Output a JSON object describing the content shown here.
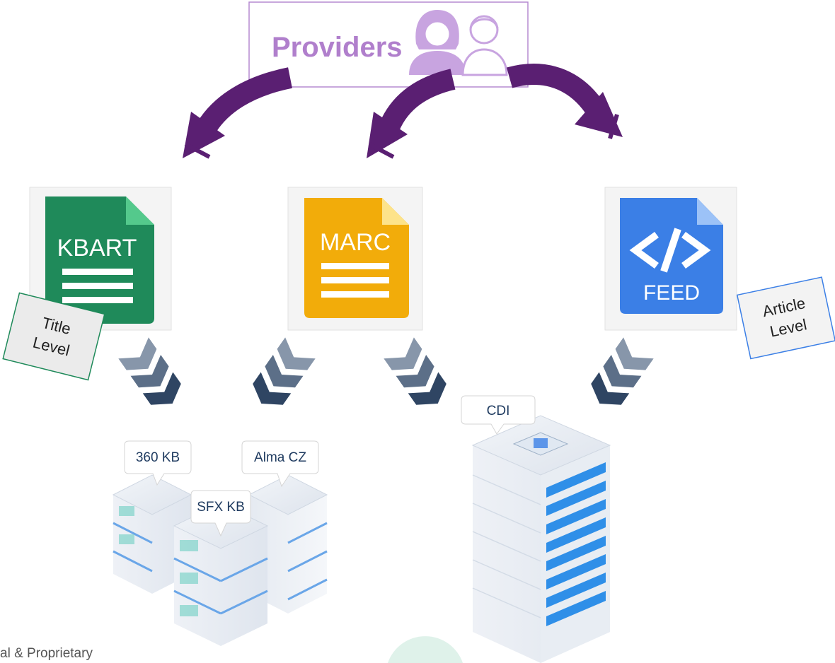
{
  "providers": {
    "label": "Providers"
  },
  "formats": [
    {
      "label": "KBART",
      "color": "#1f8a5a"
    },
    {
      "label": "MARC",
      "color": "#f2ac0a"
    },
    {
      "label": "FEED",
      "color": "#3b7fe6"
    }
  ],
  "level_tags": {
    "title": [
      "Title",
      "Level"
    ],
    "article": [
      "Article",
      "Level"
    ]
  },
  "targets": {
    "kb_360": "360 KB",
    "alma_cz": "Alma CZ",
    "sfx_kb": "SFX KB",
    "cdi": "CDI"
  },
  "footer": {
    "text": "al & Proprietary"
  },
  "colors": {
    "arrow": "#5a1f72",
    "providers_text": "#b07fcc",
    "chevron": "#4b5f78",
    "node_label": "#1e3a5f"
  }
}
